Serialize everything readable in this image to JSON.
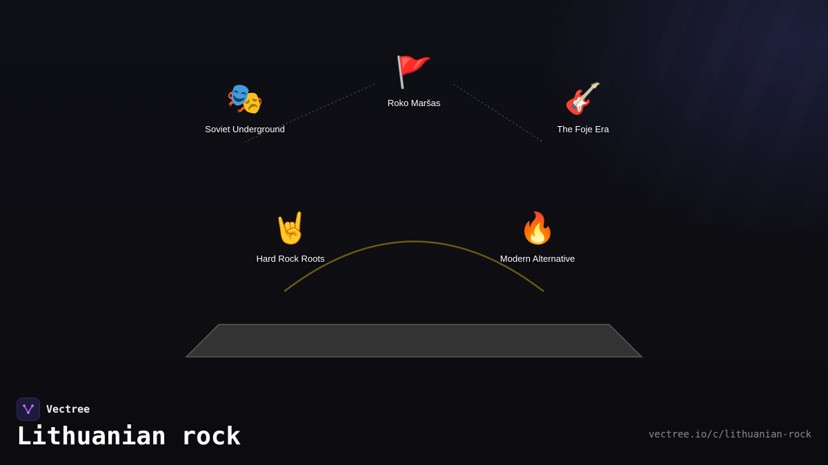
{
  "nodes": [
    {
      "id": "roko",
      "label": "Roko Maršas",
      "icon": "🚩",
      "icon_name": "red-flag-icon"
    },
    {
      "id": "soviet",
      "label": "Soviet Underground",
      "icon": "🎭",
      "icon_name": "performing-arts-masks-icon"
    },
    {
      "id": "foje",
      "label": "The Foje Era",
      "icon": "🎸",
      "icon_name": "guitar-icon"
    },
    {
      "id": "hardrock",
      "label": "Hard Rock Roots",
      "icon": "🤘",
      "icon_name": "rock-hand-sign-icon"
    },
    {
      "id": "modern",
      "label": "Modern Alternative",
      "icon": "🔥",
      "icon_name": "fire-icon"
    }
  ],
  "brand": {
    "name": "Vectree",
    "logo_icon": "vectree-logo-icon"
  },
  "title": "Lithuanian rock",
  "url": "vectree.io/c/lithuanian-rock",
  "colors": {
    "background": "#0f0f14",
    "arc": "#6b5a14",
    "stage_fill": "#333333",
    "stage_stroke": "#5a5a5a",
    "logo_accent": "#a855f7"
  }
}
